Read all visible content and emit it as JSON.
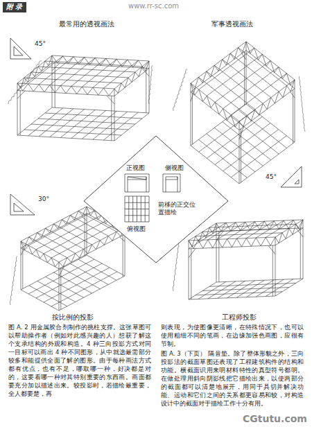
{
  "diagram": {
    "nodes": [
      {
        "text": [
          "附 录"
        ]
      },
      {
        "text": [
          "正视图",
          "侧视图",
          "俯视图",
          "前移的正交位置描绘"
        ]
      }
    ],
    "labels": [
      "www.rr-sc.com",
      "最常用的透视画法",
      "45°",
      "军事透视画法",
      "45°",
      "30°",
      "按比例的投影",
      "工程师投影",
      "图 A. 2 用金属胶合剂制作的挑柱支撑。这张草图可以帮助操作者（例如对此感兴趣的人）想获了解这个支承结构的外观和构造。4 种三向投影方式对同一目标可以画出 4 种不同图形，从中就选最需部分较多和能提供全面了解的图形。由于每种画法方式都有优点，也有不足，哪取哪一种，好决都是对的，这要看哪一种对其特别重要的东西画。画面都要充分加以描述出来。较投影时，若描绘最重要，全人都要楚，再",
      "则表现，为使图像更清晰，在特殊情况下，也可以使用粗细不同的笔画，在边缘加强色画图，应很有节制。",
      "图 A. 3（下页） 隔音垫。除了整体形貌之外，三向投影法的截面草图还表现了工程建筑构件的结构和功能。横截面识用来明材料特性的真型符号都明。在做处理用斜向阴影线把它描绘出来，以使两部分的截面都可以清楚地展开，用同于具切并解决功能、运动和它们之间的关系都更容易和较，对构造设计中的截面对于描绘工作十分有用。",
      "CGtutu.com"
    ]
  }
}
